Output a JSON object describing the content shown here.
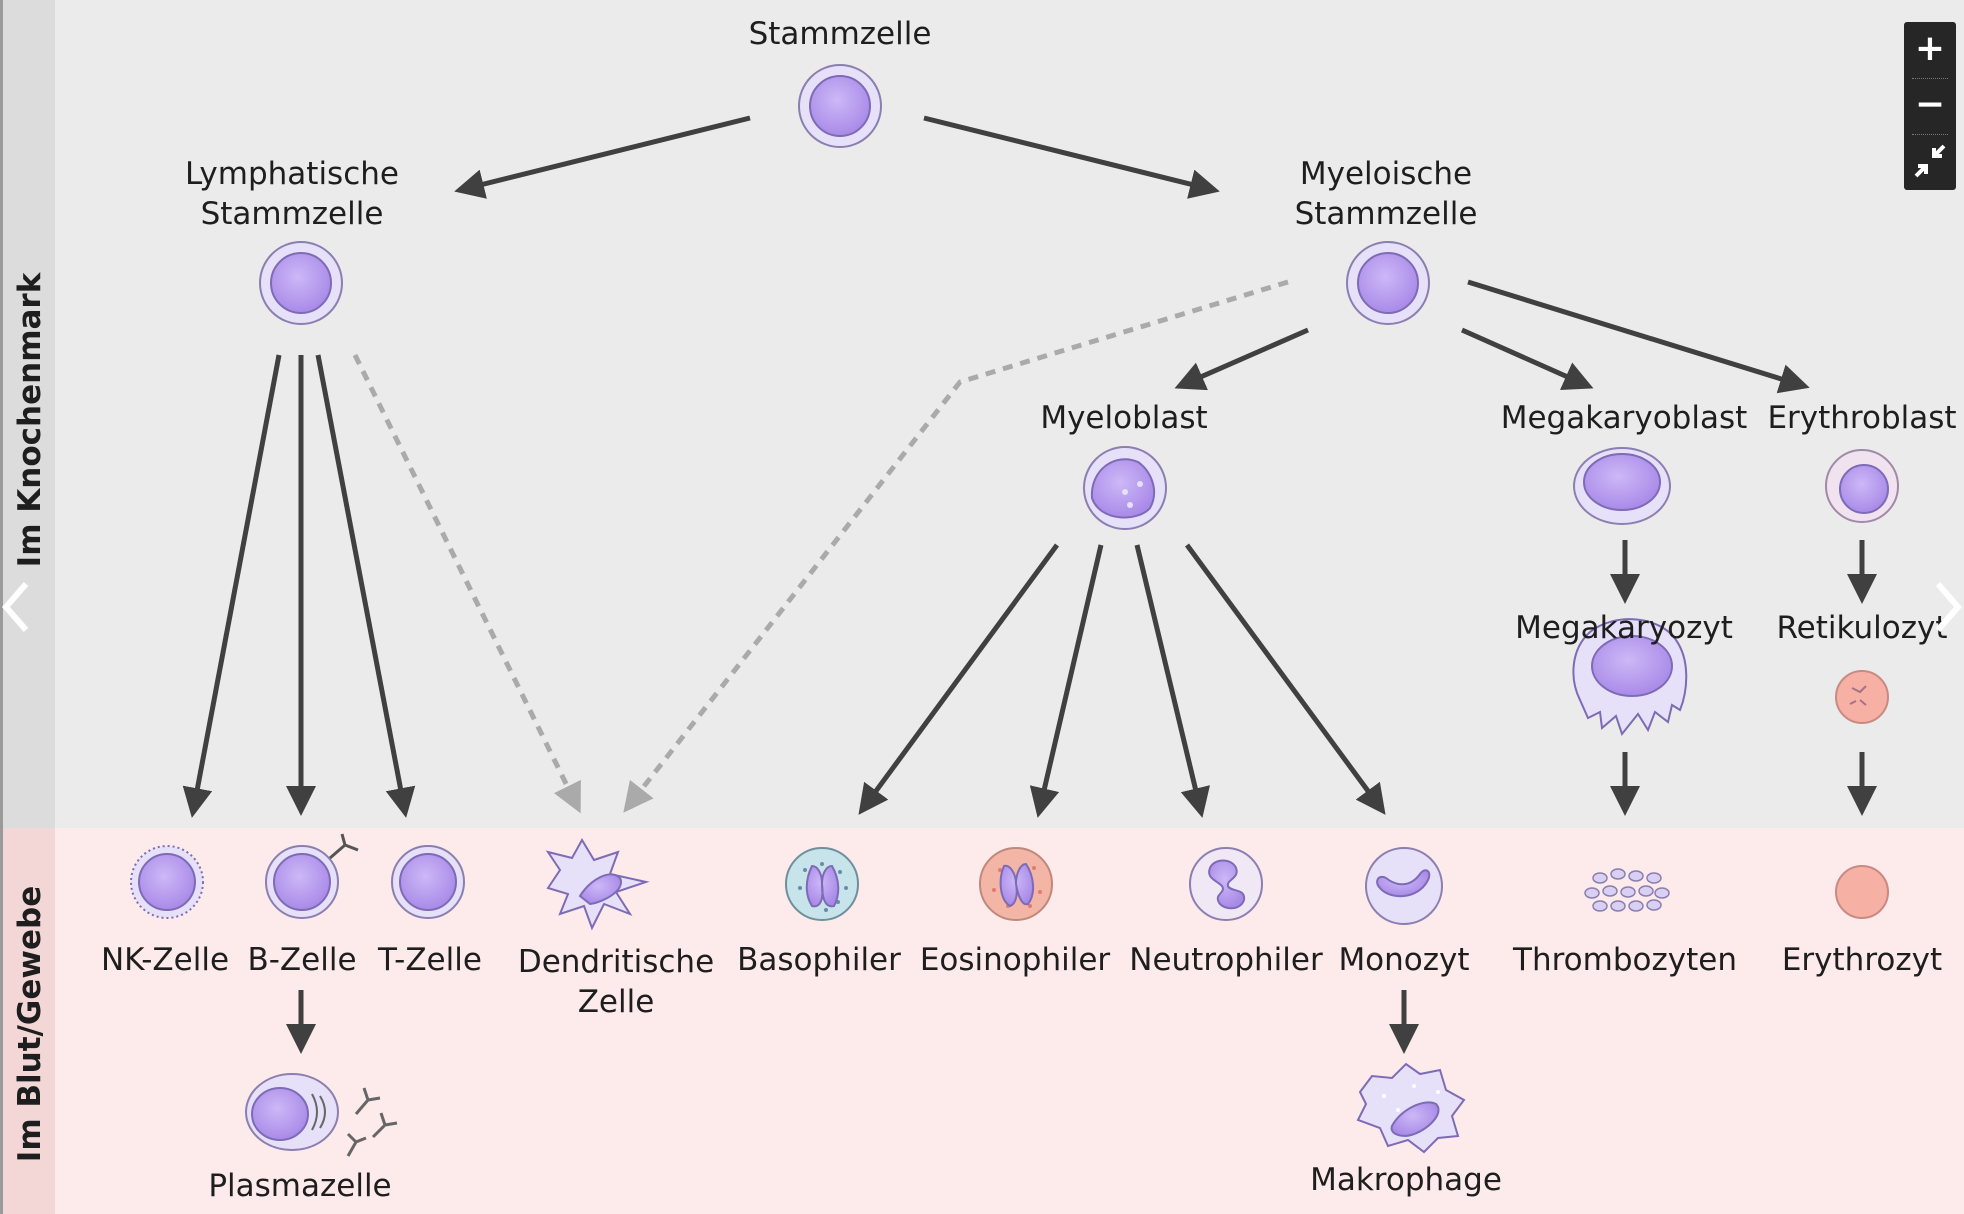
{
  "sections": {
    "bone_marrow": "Im Knochenmark",
    "blood_tissue": "Im Blut/Gewebe"
  },
  "cells": {
    "stammzelle": "Stammzelle",
    "lymphatische_1": "Lymphatische",
    "lymphatische_2": "Stammzelle",
    "myeloische_1": "Myeloische",
    "myeloische_2": "Stammzelle",
    "myeloblast": "Myeloblast",
    "megakaryoblast": "Megakaryoblast",
    "erythroblast": "Erythroblast",
    "megakaryozyt": "Megakaryozyt",
    "retikulozyt": "Retikulozyt",
    "nk_zelle": "NK-Zelle",
    "b_zelle": "B-Zelle",
    "t_zelle": "T-Zelle",
    "dendritische_1": "Dendritische",
    "dendritische_2": "Zelle",
    "basophiler": "Basophiler",
    "eosinophiler": "Eosinophiler",
    "neutrophiler": "Neutrophiler",
    "monozyt": "Monozyt",
    "thrombozyten": "Thrombozyten",
    "erythrozyt": "Erythrozyt",
    "plasmazelle": "Plasmazelle",
    "makrophage": "Makrophage"
  },
  "controls": {
    "zoom_in": "+",
    "zoom_out": "−",
    "fit_icon": "collapse-arrows-icon",
    "prev_icon": "chevron-left-icon",
    "next_icon": "chevron-right-icon"
  },
  "colors": {
    "marrow_bg": "#ebebeb",
    "blood_bg": "#fdeaea",
    "cell_fill": "#b9a0ef",
    "cell_ring": "#e6e0f8",
    "arrow": "#404040",
    "dashed_arrow": "#aaaaaa"
  }
}
